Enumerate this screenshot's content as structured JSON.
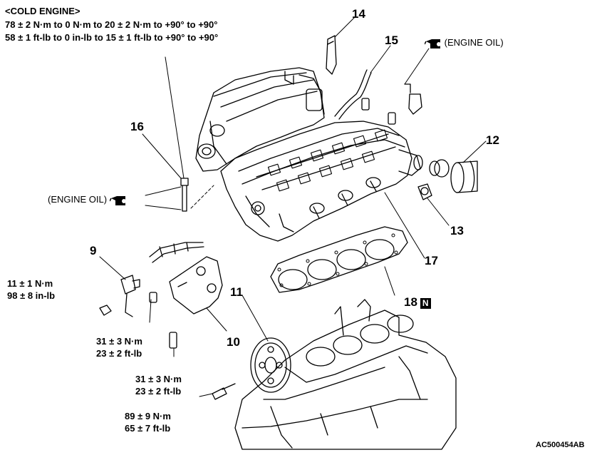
{
  "cold_engine": {
    "title": "<COLD ENGINE>",
    "line1": "78 ± 2 N·m to 0 N·m to 20 ± 2 N·m to +90° to +90°",
    "line2": "58 ± 1 ft-lb to 0 in-lb to 15 ± 1 ft-lb to +90° to +90°"
  },
  "engine_oil_label": "(ENGINE OIL)",
  "callouts": {
    "n9": "9",
    "n10": "10",
    "n11": "11",
    "n12": "12",
    "n13": "13",
    "n14": "14",
    "n15": "15",
    "n16": "16",
    "n17": "17",
    "n18": "18"
  },
  "badge_18": "N",
  "torques": {
    "t1": {
      "metric": "11 ± 1 N·m",
      "imperial": "98 ± 8 in-lb"
    },
    "t2": {
      "metric": "31 ± 3 N·m",
      "imperial": "23 ± 2 ft-lb"
    },
    "t3": {
      "metric": "31 ± 3 N·m",
      "imperial": "23 ± 2 ft-lb"
    },
    "t4": {
      "metric": "89 ± 9 N·m",
      "imperial": "65 ± 7 ft-lb"
    }
  },
  "figure_code": "AC500454AB"
}
